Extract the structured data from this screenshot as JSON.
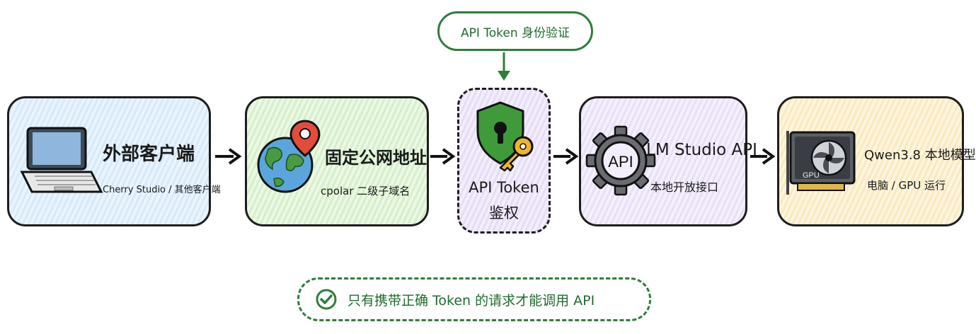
{
  "top_label": "API Token 身份验证",
  "nodes": [
    {
      "title": "外部客户端",
      "subtitle": "Cherry Studio / 其他客户端",
      "icon": "laptop-icon"
    },
    {
      "title": "固定公网地址",
      "subtitle": "cpolar 二级子域名",
      "icon": "globe-pin-icon"
    },
    {
      "title_line1": "API Token",
      "title_line2": "鉴权",
      "icon": "shield-key-icon"
    },
    {
      "title": "LM Studio API",
      "subtitle": "本地开放接口",
      "icon": "gear-api-icon",
      "icon_text": "API"
    },
    {
      "title": "Qwen3.8 本地模型",
      "subtitle": "电脑 / GPU 运行",
      "icon": "gpu-card-icon",
      "icon_text": "GPU"
    }
  ],
  "bottom_note": "只有携带正确 Token 的请求才能调用 API",
  "colors": {
    "green_accent": "#2f7d3a",
    "blue_fill": "#eaf4fd",
    "green_fill": "#ecf8e6",
    "violet_fill": "#f3eefb",
    "yellow_fill": "#fdf5df",
    "outline": "#1d1d1d"
  }
}
